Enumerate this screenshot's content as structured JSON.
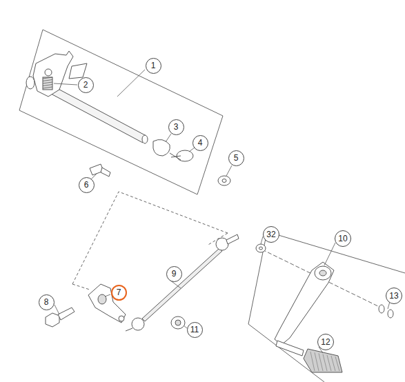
{
  "diagram": {
    "nodes": [
      {
        "text": [
          "1"
        ]
      },
      {
        "text": [
          "2"
        ]
      },
      {
        "text": [
          "3"
        ]
      },
      {
        "text": [
          "4"
        ]
      },
      {
        "text": [
          "5"
        ]
      },
      {
        "text": [
          "6"
        ]
      },
      {
        "text": [
          "32"
        ]
      },
      {
        "text": [
          "10"
        ]
      },
      {
        "text": [
          "9"
        ]
      },
      {
        "text": [
          "7"
        ]
      },
      {
        "text": [
          "8"
        ]
      },
      {
        "text": [
          "13"
        ]
      },
      {
        "text": [
          "11"
        ]
      },
      {
        "text": [
          "12"
        ]
      }
    ]
  }
}
